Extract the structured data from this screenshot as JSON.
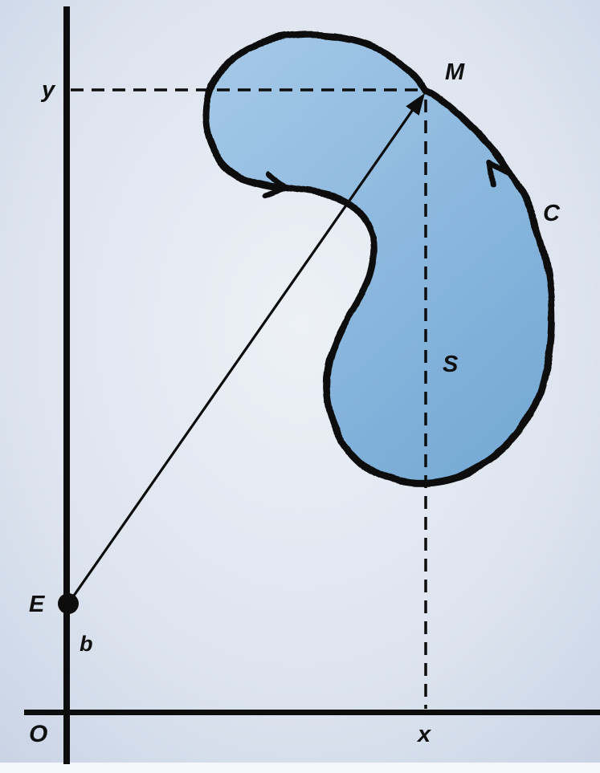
{
  "figure": {
    "labels": {
      "origin": "O",
      "x_coordinate": "x",
      "y_coordinate": "y",
      "point_M": "M",
      "point_E": "E",
      "intercept_b": "b",
      "curve": "C",
      "region": "S"
    },
    "colors": {
      "background_center": "#edf1f7",
      "background_edge": "#c7d2e4",
      "bottom_strip": "#f5f8fb",
      "region_fill_light": "#a6c9e8",
      "region_fill": "#78abd6",
      "ink": "#0d0d0d"
    }
  }
}
